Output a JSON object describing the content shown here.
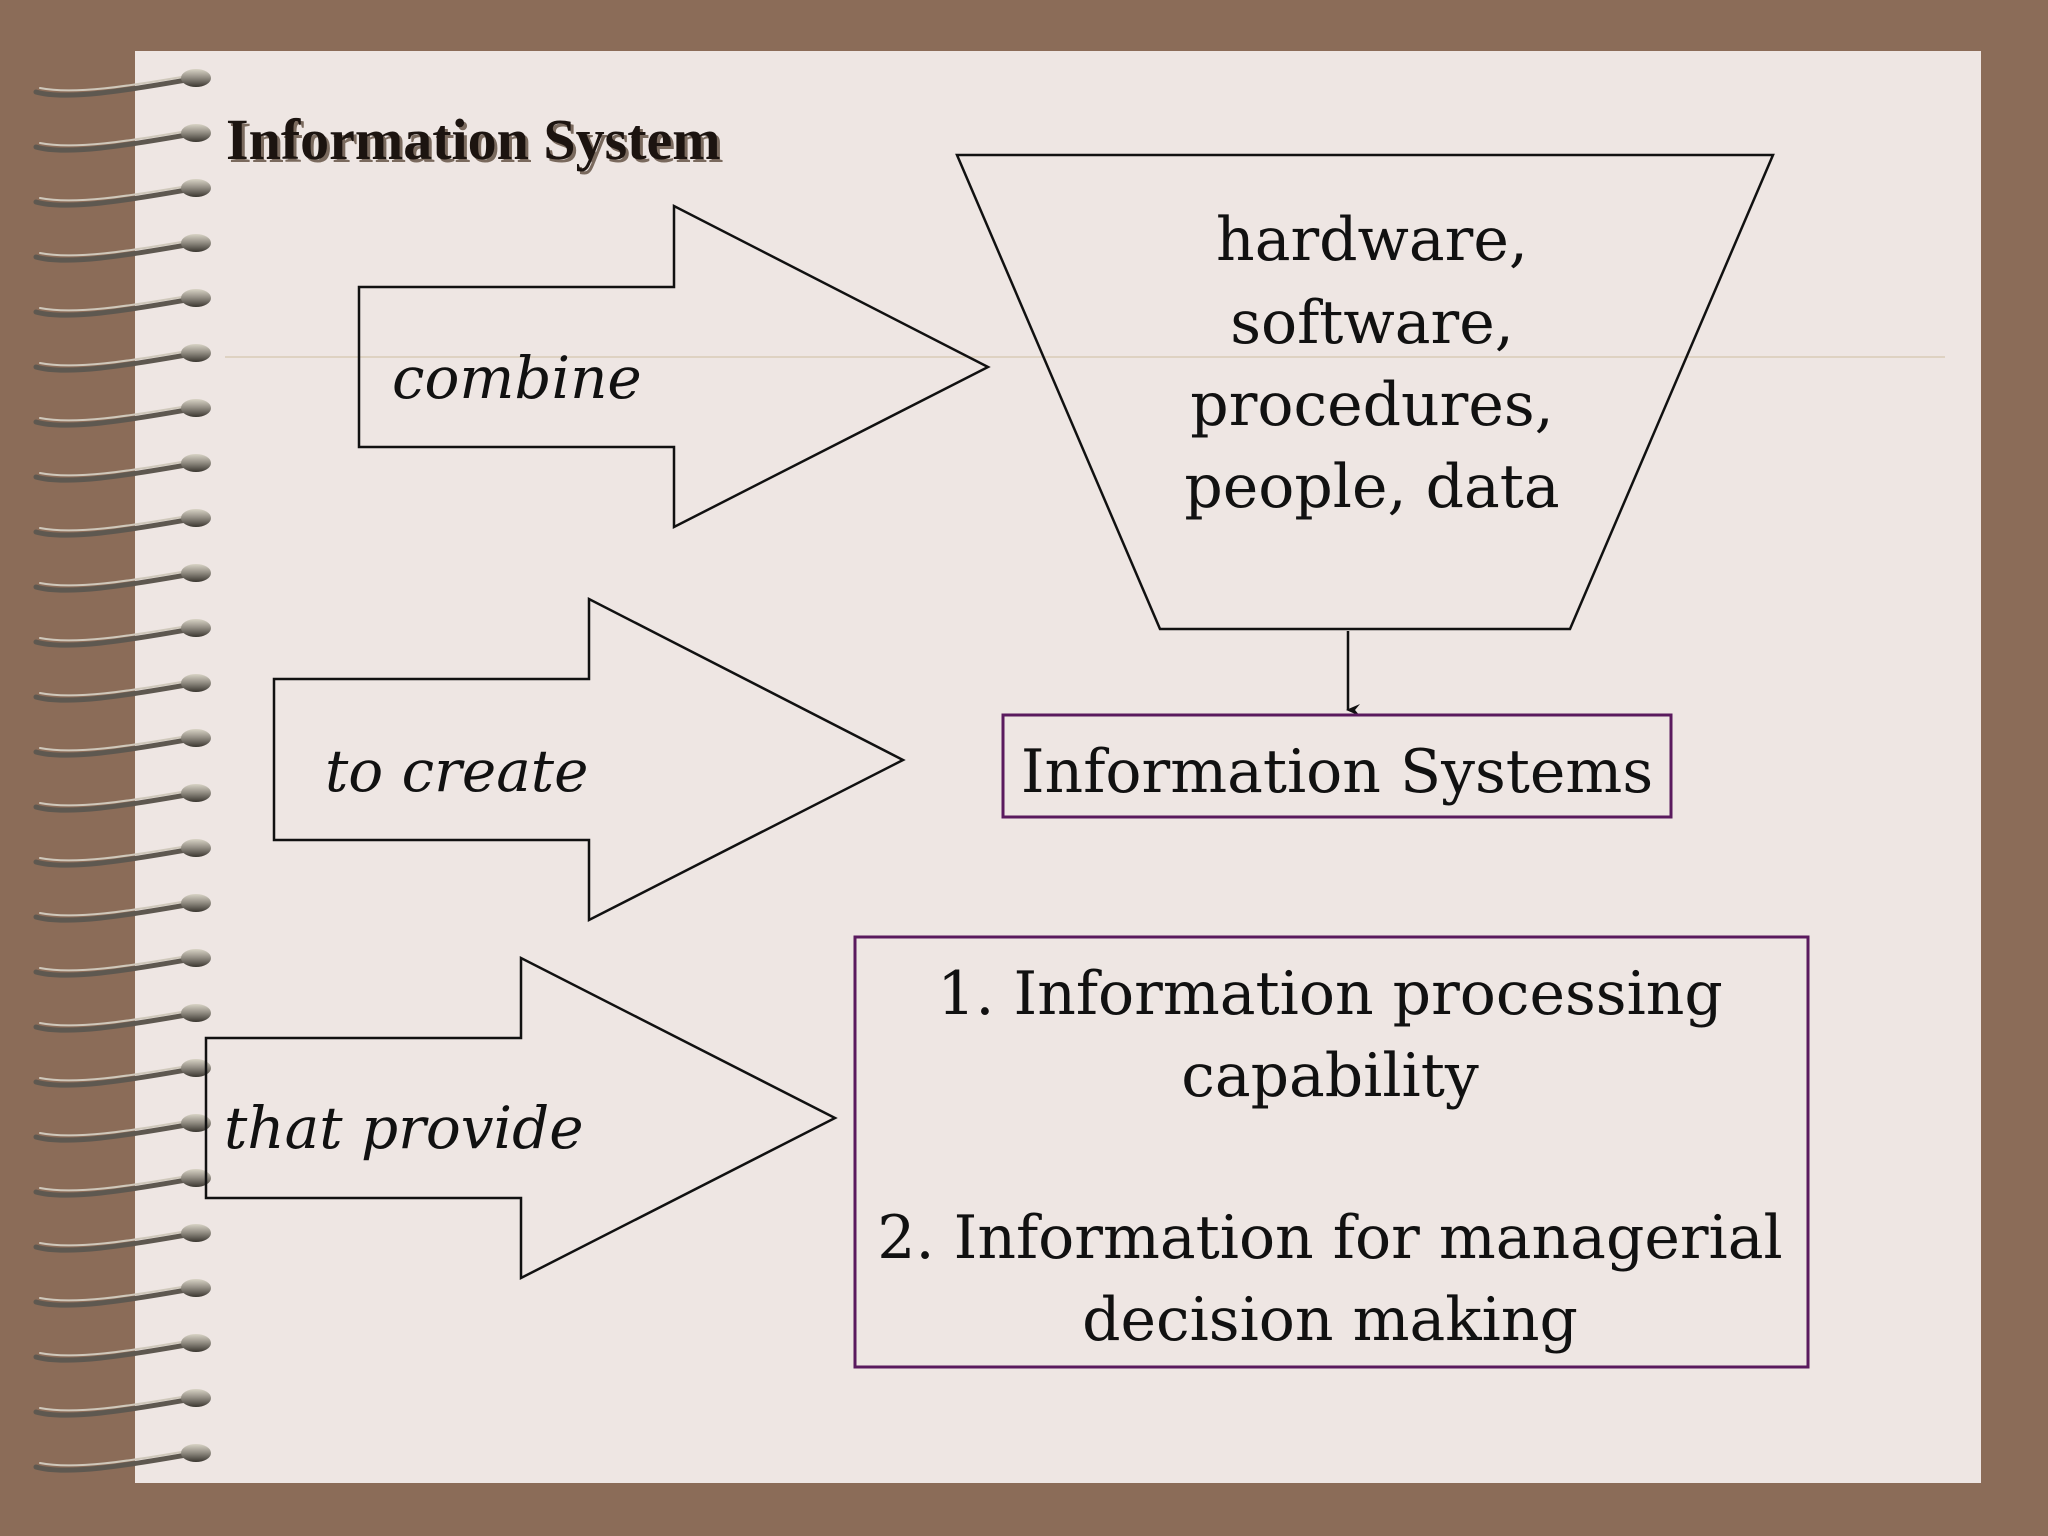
{
  "slide": {
    "title": "Information System"
  },
  "arrows": [
    {
      "label": "combine"
    },
    {
      "label": "to create"
    },
    {
      "label": "that provide"
    }
  ],
  "components": {
    "lines": [
      "hardware,",
      "software,",
      "procedures,",
      "people, data"
    ]
  },
  "result": {
    "label": "Information Systems"
  },
  "outputs": {
    "item1_lines": [
      "1.  Information processing",
      "capability"
    ],
    "item2_lines": [
      "2. Information for managerial",
      "decision making"
    ]
  },
  "colors": {
    "background": "#8b6c58",
    "paper": "#eee6e3",
    "box_border": "#5a1a5e",
    "ink": "#111111"
  }
}
